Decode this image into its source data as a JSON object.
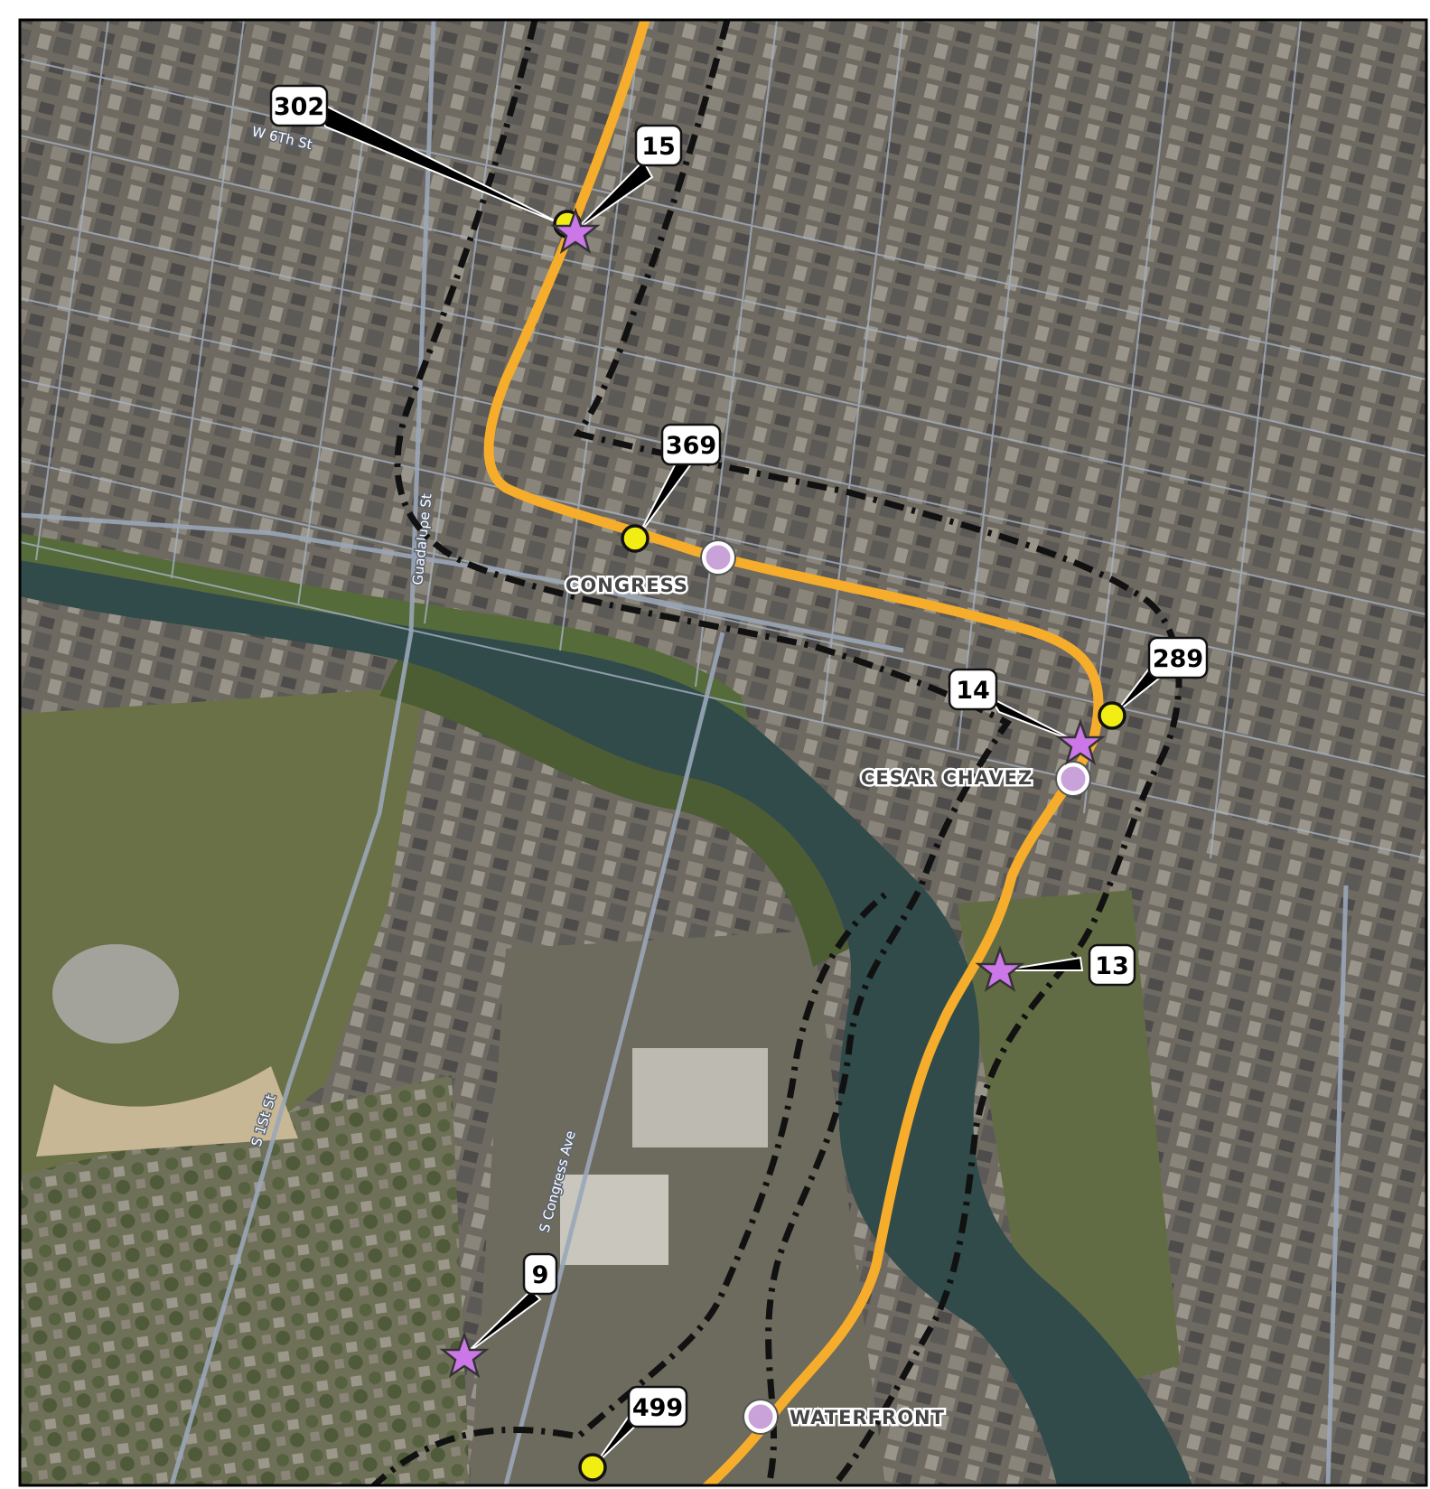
{
  "map": {
    "colors": {
      "route": "#f6ad2b",
      "boundary": "#111111",
      "station_fill": "#c9a2d9",
      "star_fill": "#cc77e8",
      "point_fill": "#f2ee14",
      "water": "#304a4a",
      "frame": "#000000"
    },
    "streets": [
      {
        "id": "w6th",
        "label": "W 6Th St"
      },
      {
        "id": "guadalupe",
        "label": "Guadalupe St"
      },
      {
        "id": "s1st",
        "label": "S 1St St"
      },
      {
        "id": "scongress",
        "label": "S Congress Ave"
      }
    ],
    "stations": [
      {
        "id": "congress",
        "label": "CONGRESS"
      },
      {
        "id": "cesar-chavez",
        "label": "CESAR CHAVEZ"
      },
      {
        "id": "waterfront",
        "label": "WATERFRONT"
      }
    ],
    "callouts": [
      {
        "id": "c302",
        "label": "302",
        "marker": "yellow-point"
      },
      {
        "id": "c15",
        "label": "15",
        "marker": "star"
      },
      {
        "id": "c369",
        "label": "369",
        "marker": "yellow-point"
      },
      {
        "id": "c289",
        "label": "289",
        "marker": "yellow-point"
      },
      {
        "id": "c14",
        "label": "14",
        "marker": "star"
      },
      {
        "id": "c13",
        "label": "13",
        "marker": "star"
      },
      {
        "id": "c9",
        "label": "9",
        "marker": "star"
      },
      {
        "id": "c499",
        "label": "499",
        "marker": "yellow-point"
      }
    ]
  }
}
